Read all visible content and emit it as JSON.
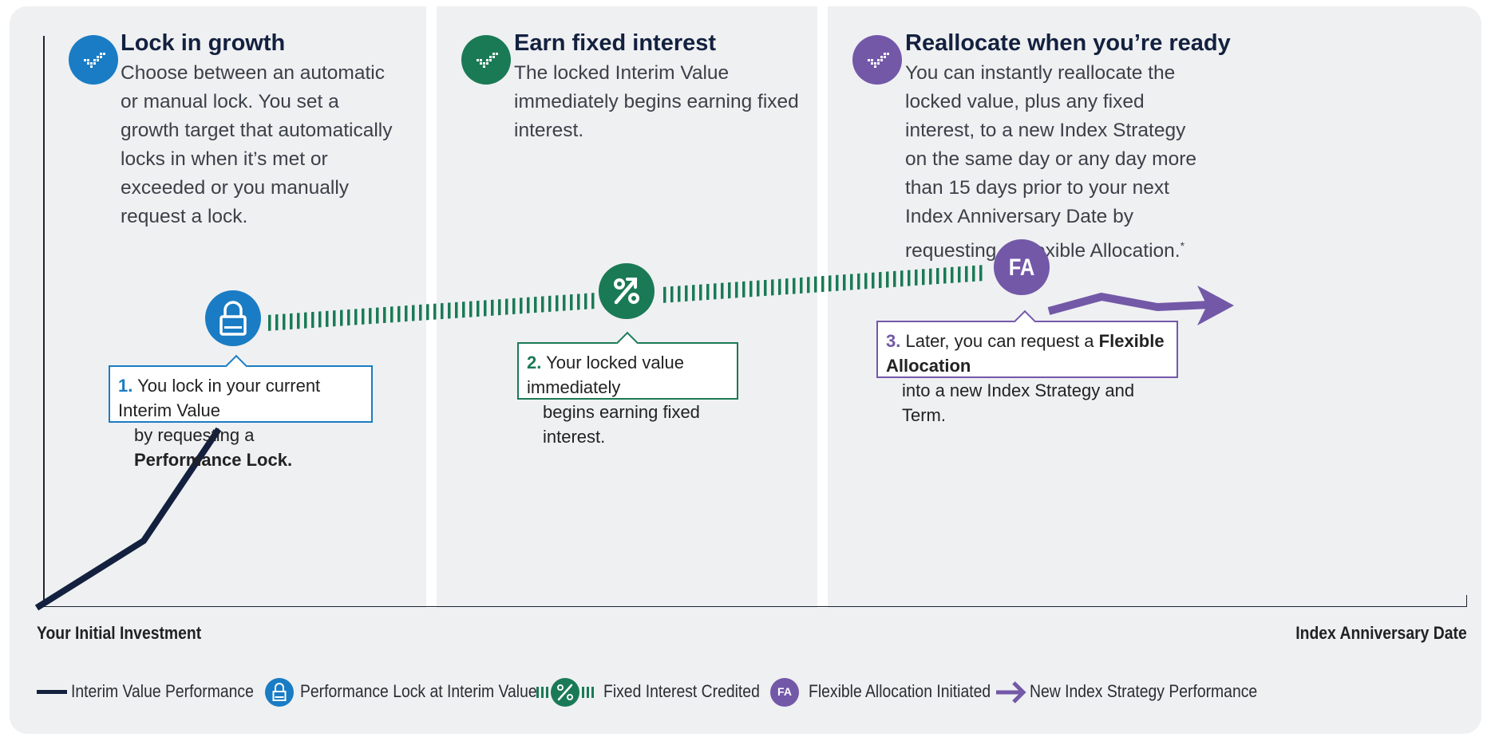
{
  "steps": [
    {
      "title": "Lock in growth",
      "body": "Choose between an automatic or manual lock. You set a growth target that automatically locks in when it’s met or exceeded or you manually request a lock.",
      "color": "#1a7cc4",
      "icon": "checkmark-icon"
    },
    {
      "title": "Earn fixed interest",
      "body": "The locked Interim Value immediately begins earning fixed interest.",
      "color": "#1a7a55",
      "icon": "checkmark-icon"
    },
    {
      "title": "Reallocate when you’re ready",
      "body": "You can instantly reallocate the locked value, plus any fixed interest, to a new Index Strategy on the same day or any day more than 15 days prior to your next Index Anniversary Date by requesting a Flexible Allocation.",
      "footnote_mark": "*",
      "color": "#7358a8",
      "icon": "checkmark-icon"
    }
  ],
  "callouts": [
    {
      "number": "1.",
      "line1": "You lock in your current Interim Value",
      "line2_pre": "by requesting a ",
      "line2_bold": "Performance Lock.",
      "line2_post": ""
    },
    {
      "number": "2.",
      "line1": "Your locked value immediately",
      "line2_pre": "begins earning fixed interest.",
      "line2_bold": "",
      "line2_post": ""
    },
    {
      "number": "3.",
      "line1_pre": "Later, you can request a ",
      "line1_bold": "Flexible Allocation",
      "line2_pre": "into a new Index Strategy and Term.",
      "line2_bold": "",
      "line2_post": ""
    }
  ],
  "timeline": {
    "lock_icon": "lock-icon",
    "interest_icon": "percent-icon",
    "fa_label": "FA"
  },
  "axis": {
    "start_label": "Your Initial Investment",
    "end_label": "Index Anniversary Date"
  },
  "legend": [
    {
      "label": "Interim Value Performance",
      "icon": "dark-line-icon"
    },
    {
      "label": "Performance Lock at Interim Value",
      "icon": "lock-icon"
    },
    {
      "label": "Fixed Interest Credited",
      "icon": "percent-icon"
    },
    {
      "label": "Flexible Allocation Initiated",
      "icon": "fa-badge-icon",
      "badge": "FA"
    },
    {
      "label": "New Index Strategy Performance",
      "icon": "arrow-right-icon"
    }
  ],
  "colors": {
    "navy": "#13213f",
    "blue": "#1a7cc4",
    "green": "#1a7a55",
    "purple": "#7358a8",
    "panel": "#eff0f2"
  }
}
